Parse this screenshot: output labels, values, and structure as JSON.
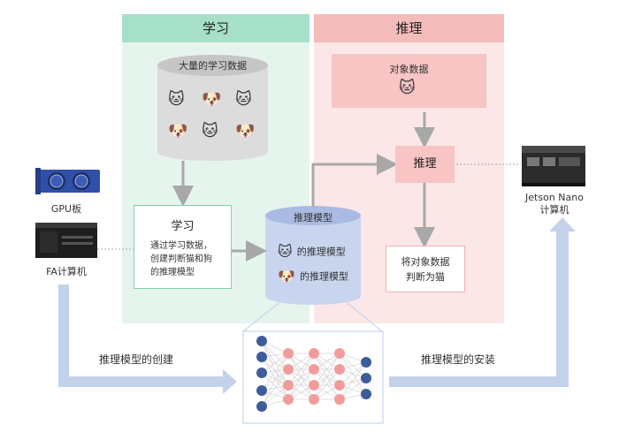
{
  "learning": {
    "header": "学习",
    "dataset_label": "大量的学习数据",
    "box_title": "学习",
    "box_desc": [
      "通过学习数据，",
      "创建判断猫和狗",
      "的推理模型"
    ]
  },
  "inference": {
    "header": "推理",
    "target_label": "对象数据",
    "box_label": "推理",
    "result": [
      "将对象数据",
      "判断为猫"
    ]
  },
  "model": {
    "title": "推理模型",
    "cat_label": "的推理模型",
    "dog_label": "的推理模型"
  },
  "devices": {
    "gpu_label": "GPU板",
    "pc_label": "FA计算机",
    "jetson_label_line1": "Jetson Nano",
    "jetson_label_line2": "计算机"
  },
  "flows": {
    "create_label": "推理模型的创建",
    "install_label": "推理模型的安装"
  },
  "colors": {
    "learn_header": "#a6e0c8",
    "learn_panel": "#e6f4ee",
    "infer_header": "#f5bcbc",
    "infer_panel": "#fbe7e7",
    "model_cylinder": "#c9d5ee",
    "flow_arrow": "#c4d1ea",
    "neuron_blue": "#3d5c9c",
    "neuron_pink": "#f19c9c"
  }
}
